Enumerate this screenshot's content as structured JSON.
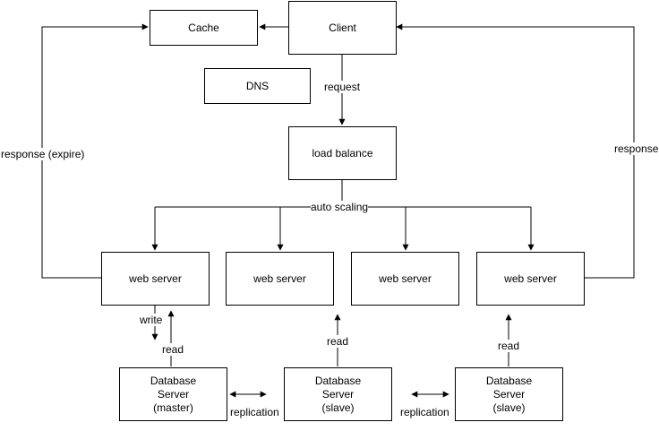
{
  "nodes": {
    "client": "Client",
    "cache": "Cache",
    "dns": "DNS",
    "load_balance": "load balance",
    "web_server_1": "web server",
    "web_server_2": "web server",
    "web_server_3": "web server",
    "web_server_4": "web server",
    "db_master": "Database\nServer\n(master)",
    "db_slave_1": "Database\nServer\n(slave)",
    "db_slave_2": "Database\nServer\n(slave)"
  },
  "edges": {
    "request": "request",
    "auto_scaling": "auto scaling",
    "response_expire": "response (expire)",
    "response": "response",
    "write": "write",
    "read_master": "read",
    "read_slave_1": "read",
    "read_slave_2": "read",
    "replication_1": "replication",
    "replication_2": "replication"
  },
  "colors": {
    "stroke": "#000000",
    "fill": "#ffffff"
  }
}
